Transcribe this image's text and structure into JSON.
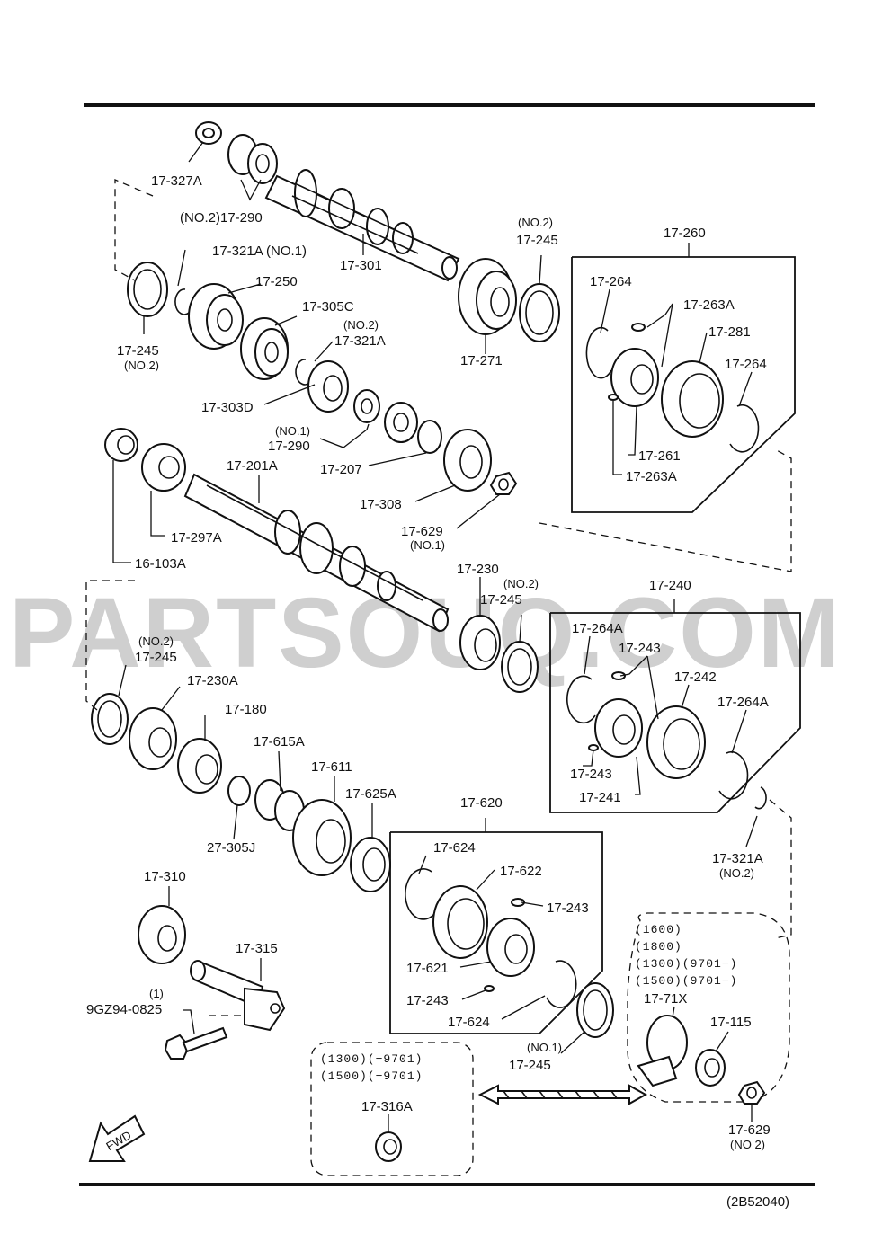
{
  "watermark": "PARTSOUQ.COM",
  "diagram_code": "(2B52040)",
  "fwd_label": "FWD",
  "labels": {
    "l_327A": "17-327A",
    "l_290_no2": "(NO.2)17-290",
    "l_301": "17-301",
    "l_321A_no1": "17-321A (NO.1)",
    "l_250": "17-250",
    "l_305C": "17-305C",
    "l_no2_a": "(NO.2)",
    "l_321A_b": "17-321A",
    "l_245_left": "17-245",
    "l_no2_left": "(NO.2)",
    "l_303D": "17-303D",
    "l_no1_290": "(NO.1)",
    "l_290": "17-290",
    "l_207": "17-207",
    "l_308": "17-308",
    "l_629": "17-629",
    "l_no1_629": "(NO.1)",
    "l_201A": "17-201A",
    "l_297A": "17-297A",
    "l_103A": "16-103A",
    "l_no2_245top": "(NO.2)",
    "l_245_top": "17-245",
    "l_271": "17-271",
    "l_260": "17-260",
    "l_264_a": "17-264",
    "l_263A_a": "17-263A",
    "l_281": "17-281",
    "l_264_b": "17-264",
    "l_261": "17-261",
    "l_263A_b": "17-263A",
    "l_230": "17-230",
    "l_no2_245mid": "(NO.2)",
    "l_245_mid": "17-245",
    "l_240": "17-240",
    "l_264A_a": "17-264A",
    "l_243_a": "17-243",
    "l_242": "17-242",
    "l_264A_b": "17-264A",
    "l_243_b": "17-243",
    "l_241": "17-241",
    "l_no2_245low": "(NO.2)",
    "l_245_low": "17-245",
    "l_230A": "17-230A",
    "l_180": "17-180",
    "l_615A": "17-615A",
    "l_611": "17-611",
    "l_625A": "17-625A",
    "l_305J": "27-305J",
    "l_620": "17-620",
    "l_624_a": "17-624",
    "l_622": "17-622",
    "l_243_c": "17-243",
    "l_621": "17-621",
    "l_243_d": "17-243",
    "l_624_b": "17-624",
    "l_321A_right": "17-321A",
    "l_no2_321A": "(NO.2)",
    "l_310": "17-310",
    "l_315": "17-315",
    "l_1": "(1)",
    "l_9GZ": "9GZ94-0825",
    "l_no1_245": "(NO.1)",
    "l_245_bottom": "17-245",
    "l_71X": "17-71X",
    "l_115": "17-115",
    "l_629_no2": "17-629",
    "l_no2_629": "(NO 2)",
    "l_316A": "17-316A"
  },
  "applicability_right": [
    "(1600)",
    "(1800)",
    "(1300)(9701−)",
    "(1500)(9701−)"
  ],
  "applicability_left": [
    "(1300)(−9701)",
    "(1500)(−9701)"
  ],
  "colors": {
    "line": "#111111",
    "watermark": "#cfcfcf",
    "background": "#ffffff"
  }
}
